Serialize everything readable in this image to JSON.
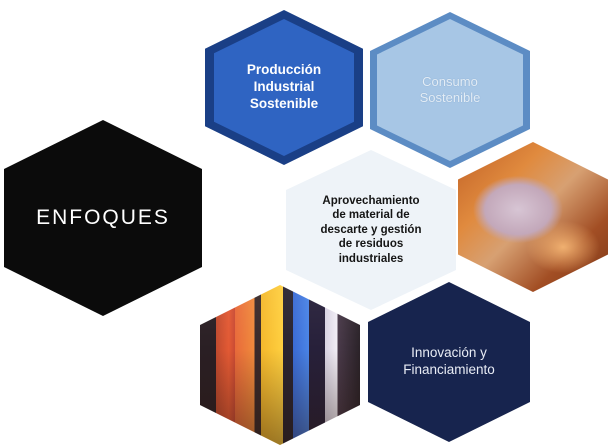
{
  "diagram": {
    "center": {
      "label": "ENFOQUES"
    },
    "nodes": [
      {
        "label": "Producción\nIndustrial\nSostenible",
        "color": "#2f64c2"
      },
      {
        "label": "Consumo\nSostenible",
        "color": "#a7c6e5"
      },
      {
        "label": "Aprovechamiento\nde material de\ndescarte y gestión\nde residuos\nindustriales",
        "color": "#eef3f8"
      },
      {
        "label": "Innovación y\nFinanciamiento",
        "color": "#17244e"
      }
    ],
    "images": [
      {
        "icon": "hands-materials-photo"
      },
      {
        "icon": "paint-rollers-photo"
      }
    ]
  }
}
